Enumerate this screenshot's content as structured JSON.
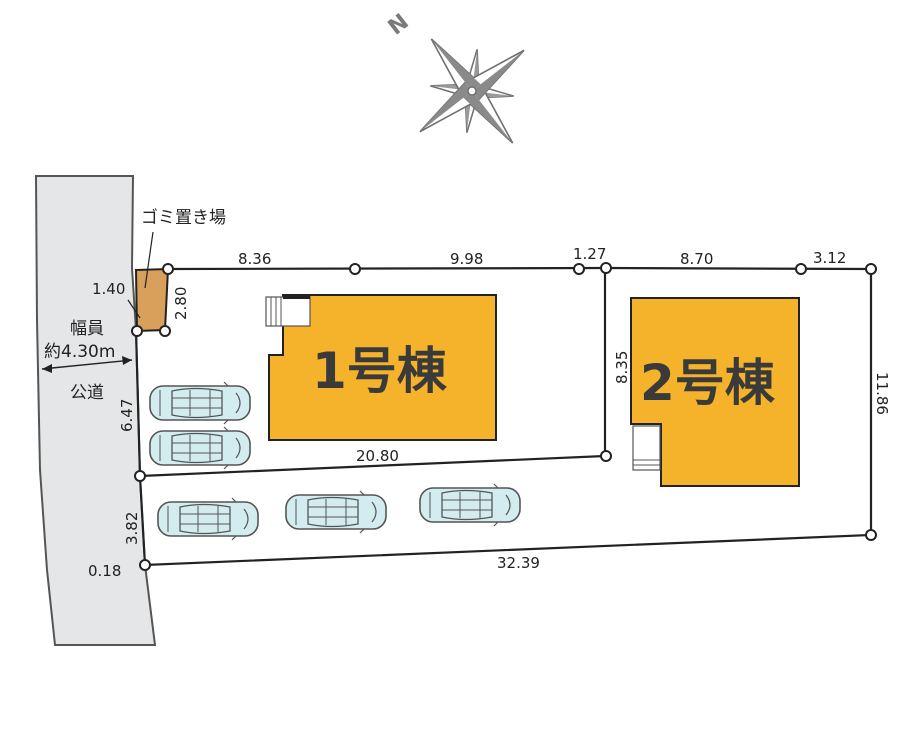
{
  "compass": {
    "north_label": "N"
  },
  "labels": {
    "garbage_area": "ゴミ置き場",
    "road_width_title": "幅員",
    "road_width_value": "約4.30m",
    "road_name": "公道"
  },
  "buildings": [
    {
      "name": "1号棟"
    },
    {
      "name": "2号棟"
    }
  ],
  "dimensions": {
    "top_1": "8.36",
    "top_2": "9.98",
    "top_3": "1.27",
    "top_4": "8.70",
    "top_5": "3.12",
    "garbage_width": "1.40",
    "garbage_depth": "2.80",
    "left_upper": "6.47",
    "left_lower": "3.82",
    "corner_offset": "0.18",
    "inner_bottom": "20.80",
    "divider": "8.35",
    "right_side": "11.86",
    "bottom": "32.39"
  },
  "colors": {
    "building": "#F5B22B",
    "garbage_area": "#D9A05C",
    "road": "#E4E6E7",
    "car": "#D2ECEF"
  }
}
